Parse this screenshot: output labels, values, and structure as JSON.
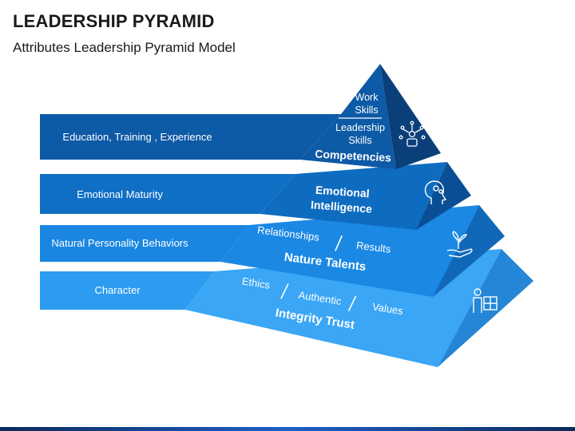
{
  "header": {
    "title": "LEADERSHIP PYRAMID",
    "subtitle": "Attributes Leadership Pyramid Model"
  },
  "levels": [
    {
      "banner": "Education, Training , Experience",
      "heading": "Competencies",
      "sub_items": [
        "Work",
        "Skills",
        "Leadership",
        "Skills"
      ],
      "icon": "leader-network-icon",
      "color": "#0d5aa6"
    },
    {
      "banner": "Emotional Maturity",
      "heading_line1": "Emotional",
      "heading_line2": "Intelligence",
      "icon": "head-emotions-icon",
      "color": "#0f6fc4"
    },
    {
      "banner": "Natural Personality Behaviors",
      "heading": "Nature Talents",
      "sub_items": [
        "Relationships",
        "Results"
      ],
      "icon": "plant-in-hand-icon",
      "color": "#1883e0"
    },
    {
      "banner": "Character",
      "heading": "Integrity Trust",
      "sub_items": [
        "Ethics",
        "Authentic",
        "Values"
      ],
      "icon": "puzzle-person-icon",
      "color": "#2d9cf0"
    }
  ]
}
